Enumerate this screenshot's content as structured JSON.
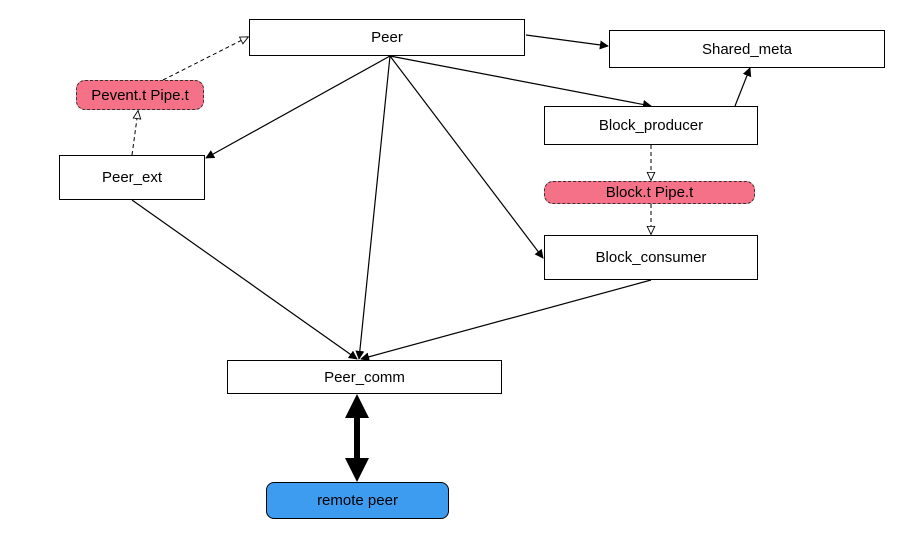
{
  "colors": {
    "box_fill": "#ffffff",
    "pipe_fill": "#f47187",
    "remote_fill": "#3d9cf0",
    "stroke": "#000000"
  },
  "nodes": {
    "peer": "Peer",
    "shared_meta": "Shared_meta",
    "pevent_pipe": "Pevent.t Pipe.t",
    "block_producer": "Block_producer",
    "peer_ext": "Peer_ext",
    "block_pipe": "Block.t Pipe.t",
    "block_consumer": "Block_consumer",
    "peer_comm": "Peer_comm",
    "remote_peer": "remote peer"
  },
  "edges": [
    {
      "from": "peer",
      "to": "shared_meta",
      "style": "solid"
    },
    {
      "from": "peer",
      "to": "block_producer",
      "style": "solid"
    },
    {
      "from": "peer",
      "to": "peer_ext",
      "style": "solid"
    },
    {
      "from": "peer",
      "to": "peer_comm",
      "style": "solid"
    },
    {
      "from": "peer",
      "to": "block_consumer",
      "style": "solid"
    },
    {
      "from": "block_producer",
      "to": "shared_meta",
      "style": "solid"
    },
    {
      "from": "peer_ext",
      "to": "pevent_pipe",
      "style": "dashed"
    },
    {
      "from": "pevent_pipe",
      "to": "peer",
      "style": "dashed"
    },
    {
      "from": "block_producer",
      "to": "block_pipe",
      "style": "dashed"
    },
    {
      "from": "block_pipe",
      "to": "block_consumer",
      "style": "dashed"
    },
    {
      "from": "peer_ext",
      "to": "peer_comm",
      "style": "solid"
    },
    {
      "from": "block_consumer",
      "to": "peer_comm",
      "style": "solid"
    },
    {
      "from": "peer_comm",
      "to": "remote_peer",
      "style": "bold-bidirectional"
    }
  ]
}
